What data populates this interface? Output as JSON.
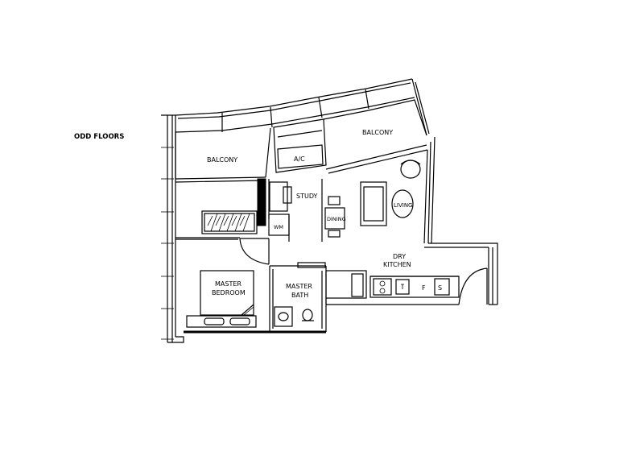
{
  "floor_label": "ODD FLOORS",
  "rooms": {
    "balcony_left": "BALCONY",
    "balcony_right": "BALCONY",
    "ac": "A/C",
    "study": "STUDY",
    "wm": "WM",
    "dining": "DINING",
    "living": "LIVING",
    "dry_kitchen_line1": "DRY",
    "dry_kitchen_line2": "KITCHEN",
    "master_bedroom_line1": "MASTER",
    "master_bedroom_line2": "BEDROOM",
    "master_bath_line1": "MASTER",
    "master_bath_line2": "BATH",
    "fridge": "F",
    "store": "S"
  },
  "colors": {
    "ink": "#000000",
    "paper": "#ffffff"
  }
}
